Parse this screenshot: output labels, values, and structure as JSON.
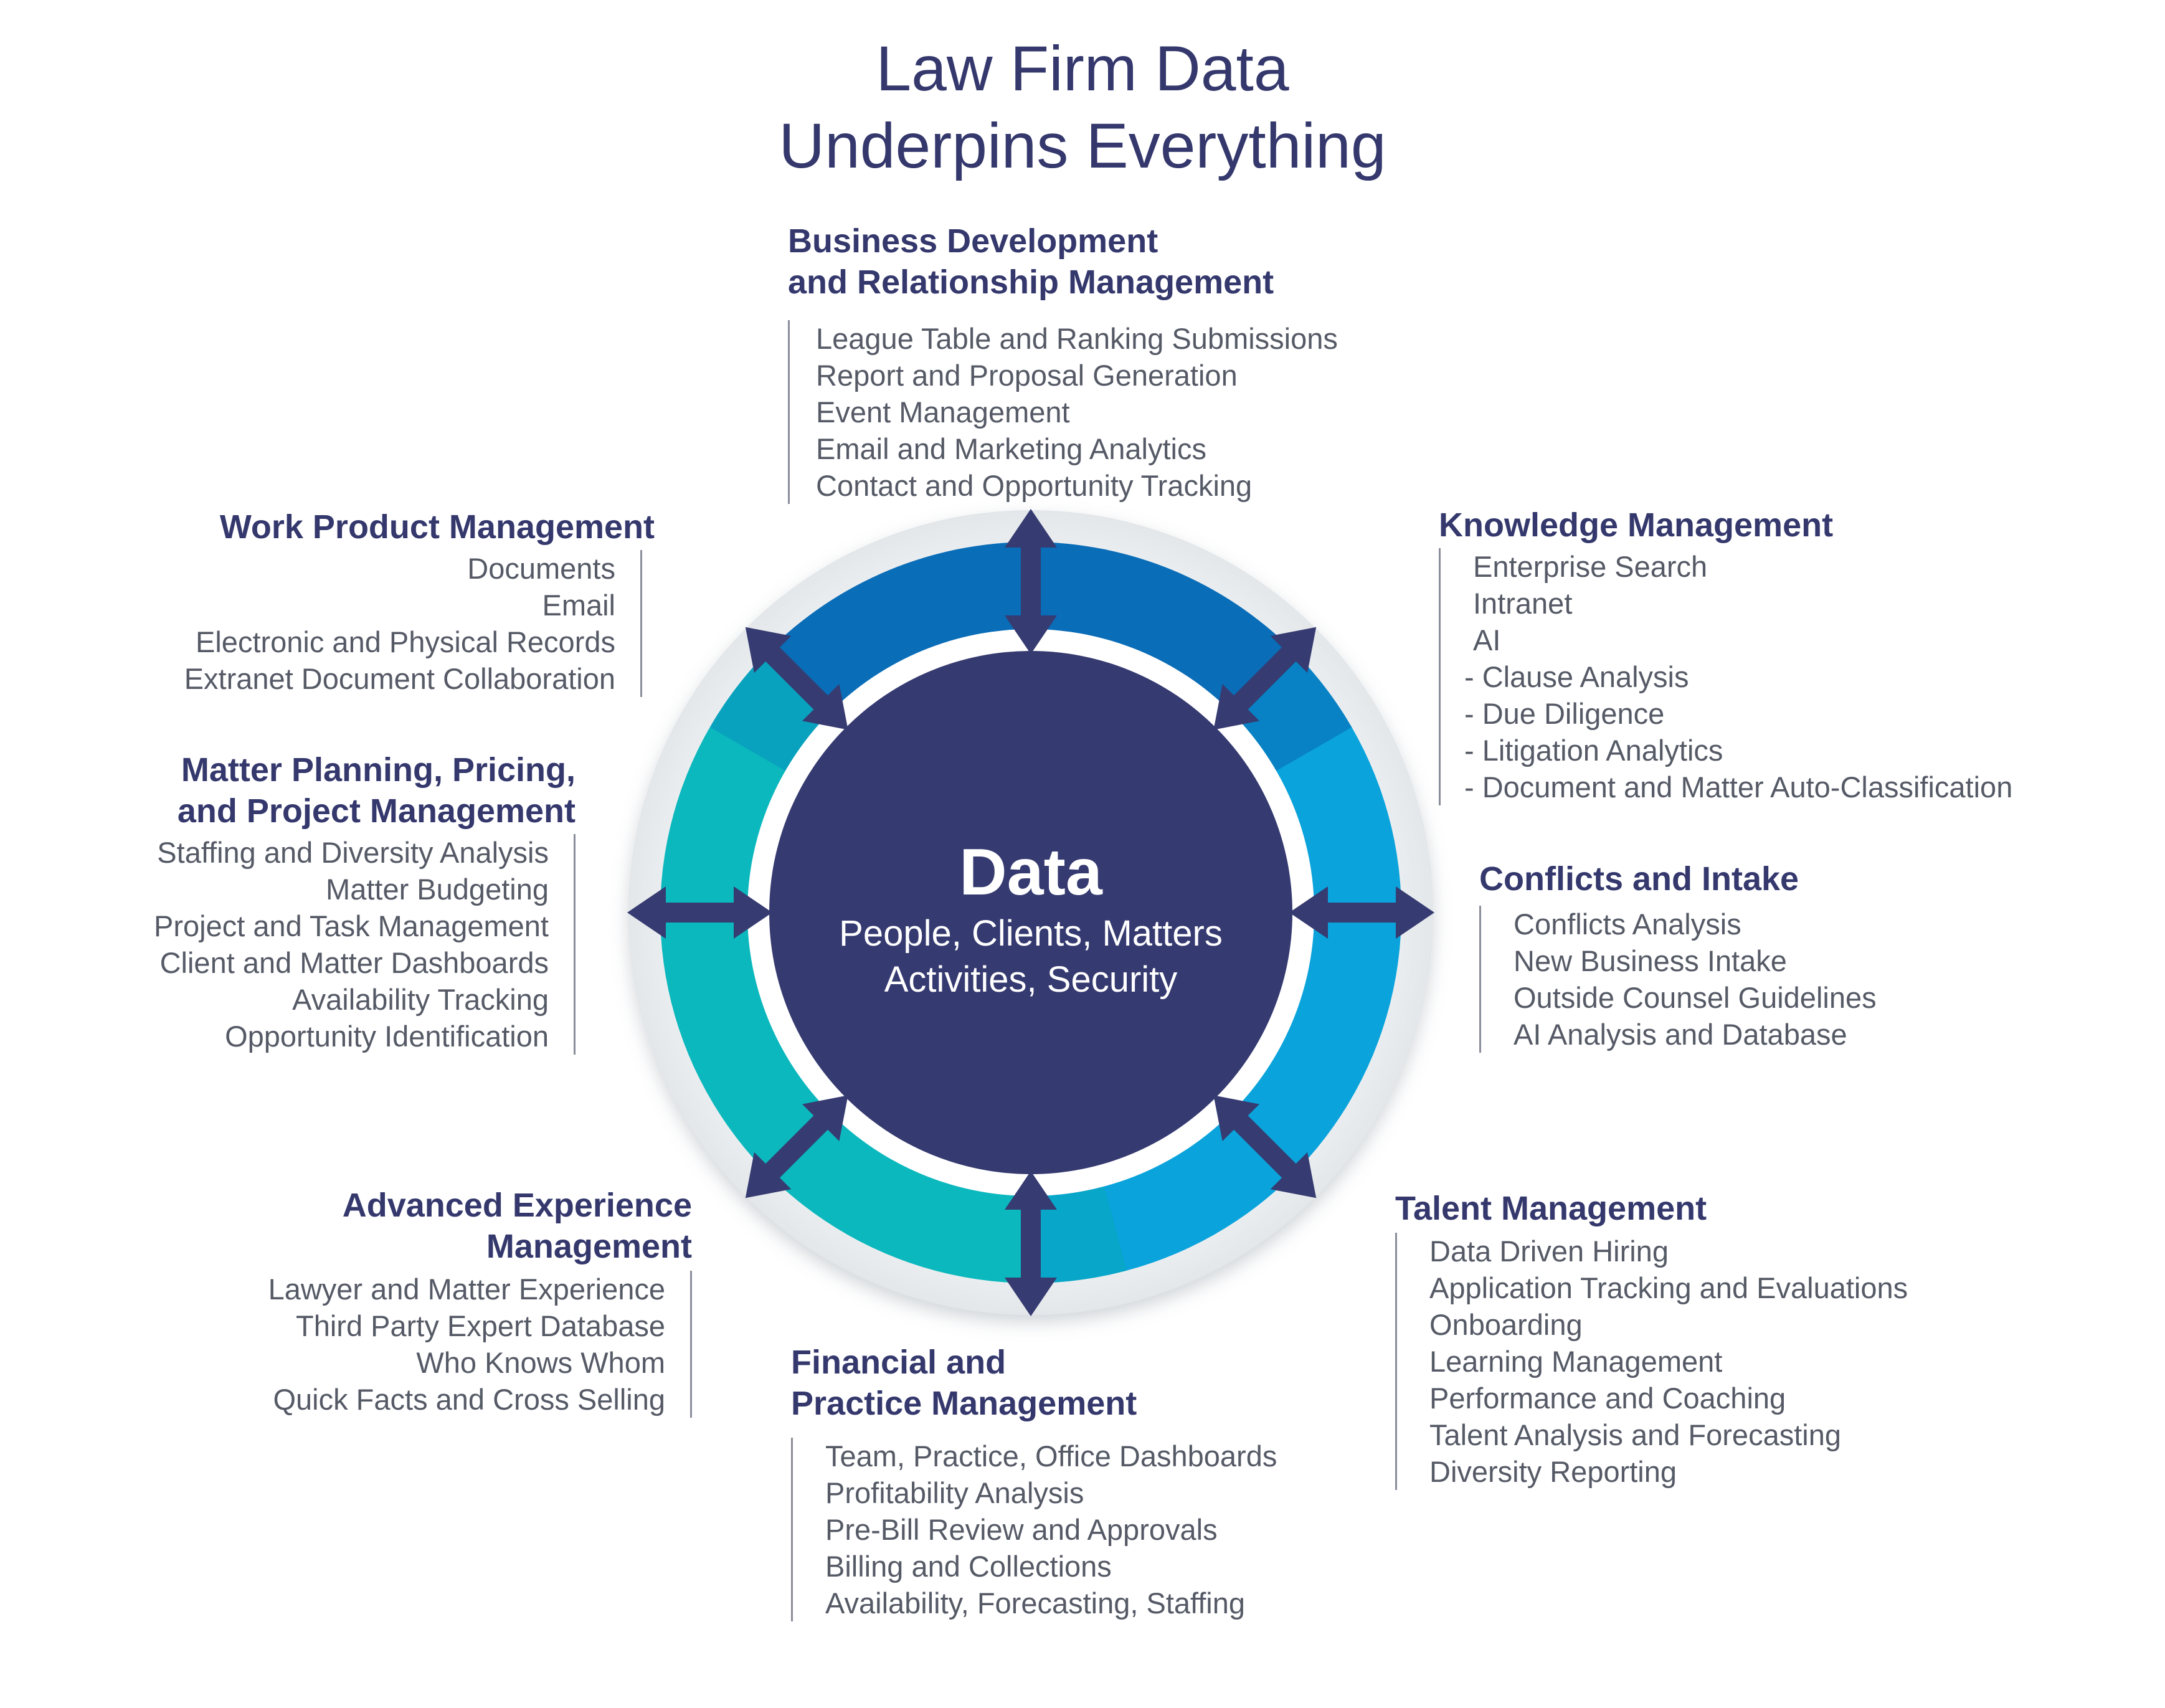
{
  "title": {
    "line1": "Law Firm Data",
    "line2": "Underpins Everything"
  },
  "center": {
    "title": "Data",
    "line1": "People, Clients, Matters",
    "line2": "Activities, Security"
  },
  "colors": {
    "navy": "#353a70",
    "royal_blue": "#0a6db8",
    "sky_blue": "#0aa3dc",
    "teal": "#0bb8bd",
    "arrow": "#363b71"
  },
  "sections": {
    "business_development": {
      "title1": "Business Development",
      "title2": "and Relationship Management",
      "items": [
        "League Table and Ranking Submissions",
        "Report and Proposal Generation",
        "Event Management",
        "Email and Marketing Analytics",
        "Contact and Opportunity Tracking"
      ]
    },
    "knowledge_management": {
      "title1": "Knowledge Management",
      "items": [
        "Enterprise Search",
        "Intranet",
        "AI",
        "- Clause Analysis",
        "- Due Diligence",
        "- Litigation Analytics",
        "- Document and Matter Auto-Classification"
      ]
    },
    "conflicts_intake": {
      "title1": "Conflicts and Intake",
      "items": [
        "Conflicts Analysis",
        "New Business Intake",
        "Outside Counsel Guidelines",
        "AI Analysis and Database"
      ]
    },
    "talent_management": {
      "title1": "Talent Management",
      "items": [
        "Data Driven Hiring",
        "Application Tracking and Evaluations",
        "Onboarding",
        "Learning Management",
        "Performance and Coaching",
        "Talent Analysis and Forecasting",
        "Diversity Reporting"
      ]
    },
    "financial_practice": {
      "title1": "Financial and",
      "title2": "Practice Management",
      "items": [
        "Team, Practice, Office Dashboards",
        "Profitability Analysis",
        "Pre-Bill Review and Approvals",
        "Billing and Collections",
        "Availability, Forecasting, Staffing"
      ]
    },
    "advanced_experience": {
      "title1": "Advanced Experience",
      "title2": "Management",
      "items": [
        "Lawyer and Matter Experience",
        "Third Party Expert Database",
        "Who Knows Whom",
        "Quick Facts and Cross Selling"
      ]
    },
    "matter_planning": {
      "title1": "Matter Planning, Pricing,",
      "title2": "and Project Management",
      "items": [
        "Staffing and Diversity Analysis",
        "Matter Budgeting",
        "Project and Task Management",
        "Client and Matter Dashboards",
        "Availability Tracking",
        "Opportunity Identification"
      ]
    },
    "work_product": {
      "title1": "Work Product Management",
      "items": [
        "Documents",
        "Email",
        "Electronic and Physical Records",
        "Extranet Document Collaboration"
      ]
    }
  }
}
